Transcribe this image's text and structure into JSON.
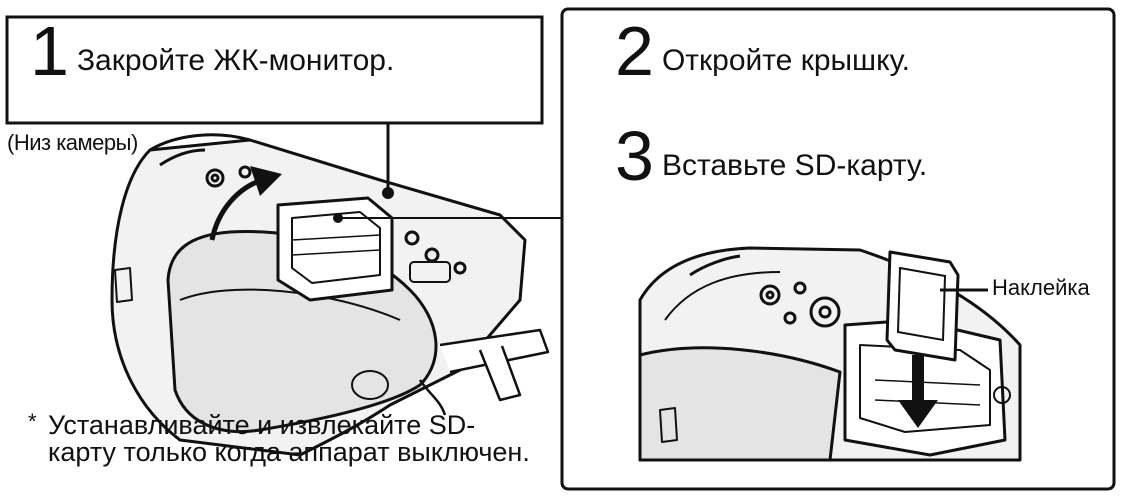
{
  "steps": [
    {
      "number": "1",
      "text": "Закройте ЖК-монитор."
    },
    {
      "number": "2",
      "text": "Откройте крышку."
    },
    {
      "number": "3",
      "text": "Вставьте SD-карту."
    }
  ],
  "labels": {
    "camera_bottom": "(Низ камеры)",
    "sticker": "Наклейка"
  },
  "note": {
    "asterisk": "*",
    "line1": "Устанавливайте и извлекайте SD-",
    "line2": "карту только когда аппарат выключен."
  },
  "colors": {
    "line": "#111111",
    "background": "#ffffff",
    "shade": "#dedede"
  }
}
